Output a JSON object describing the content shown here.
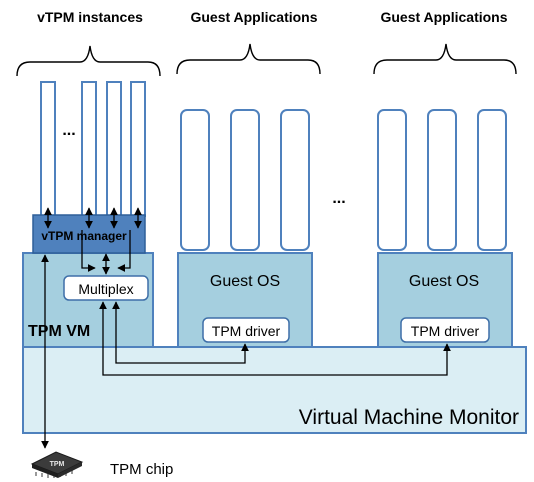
{
  "headers": {
    "vtpm_instances": "vTPM instances",
    "guest_apps_1": "Guest Applications",
    "guest_apps_2": "Guest Applications"
  },
  "tpm_vm": {
    "label": "TPM VM",
    "manager_label": "vTPM manager",
    "multiplex_label": "Multiplex",
    "instances_ellipsis": "..."
  },
  "guest_vm_1": {
    "os_label": "Guest OS",
    "driver_label": "TPM driver"
  },
  "guest_vm_2": {
    "os_label": "Guest OS",
    "driver_label": "TPM driver"
  },
  "between_vms_ellipsis": "...",
  "vmm_label": "Virtual Machine Monitor",
  "tpm_chip": {
    "chip_text": "TPM",
    "label": "TPM chip"
  },
  "colors": {
    "column_border": "#4f81bd",
    "vm_fill": "#a5cfdf",
    "vmm_fill": "#dbeef4",
    "manager_fill": "#4f81bd",
    "box_border": "#3e6fa8"
  }
}
